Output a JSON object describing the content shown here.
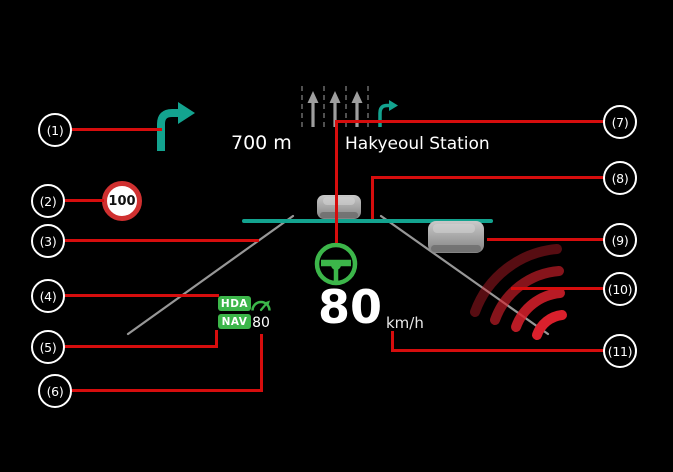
{
  "callouts": [
    "(1)",
    "(2)",
    "(3)",
    "(4)",
    "(5)",
    "(6)",
    "(7)",
    "(8)",
    "(9)",
    "(10)",
    "(11)"
  ],
  "hud": {
    "turn_distance": "700 m",
    "destination": "Hakyeoul Station",
    "speed_limit": "100",
    "hda_label": "HDA",
    "nav_label": "NAV",
    "set_speed": "80",
    "speed_value": "80",
    "speed_unit": "km/h"
  },
  "colors": {
    "callout_line": "#d60d0d",
    "teal": "#13a38f",
    "assist_green": "#3cb64a",
    "warning_red": "#d9202c",
    "speed_limit_ring": "#d03030",
    "lane_gray": "#a8a8a8"
  }
}
